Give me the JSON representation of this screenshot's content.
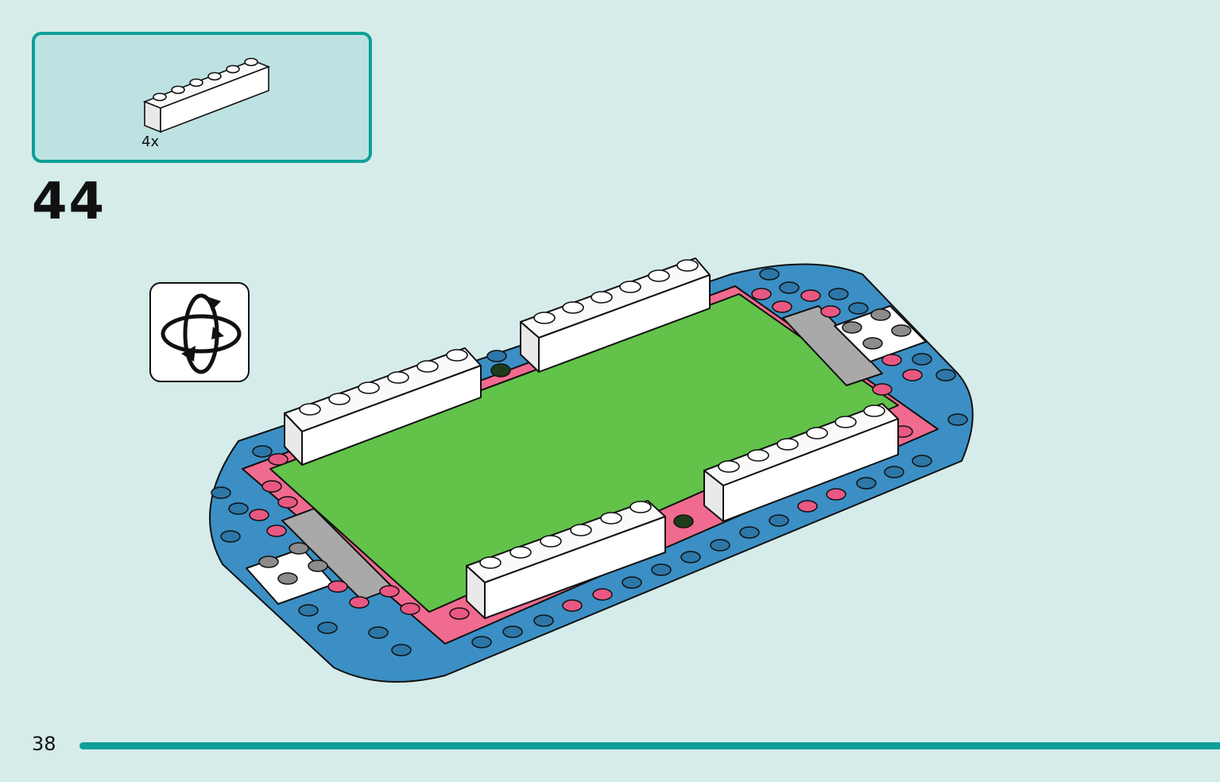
{
  "parts": {
    "items": [
      {
        "part": "white-brick-1x6-icon",
        "count": "4x"
      }
    ]
  },
  "step": {
    "number": "44"
  },
  "rotate": {
    "icon": "rotate-model-icon"
  },
  "model": {
    "icon": "lego-field-assembly-illustration"
  },
  "footer": {
    "page_number": "38"
  },
  "colors": {
    "accent": "#0e9f98",
    "background": "#d5ecea",
    "parts_box_fill": "#bde2e1",
    "field_green": "#62c24a",
    "border_pink": "#f06b8f",
    "base_blue": "#3b8fc4",
    "brick_white": "#ffffff",
    "goal_gray": "#a9a9a9"
  }
}
